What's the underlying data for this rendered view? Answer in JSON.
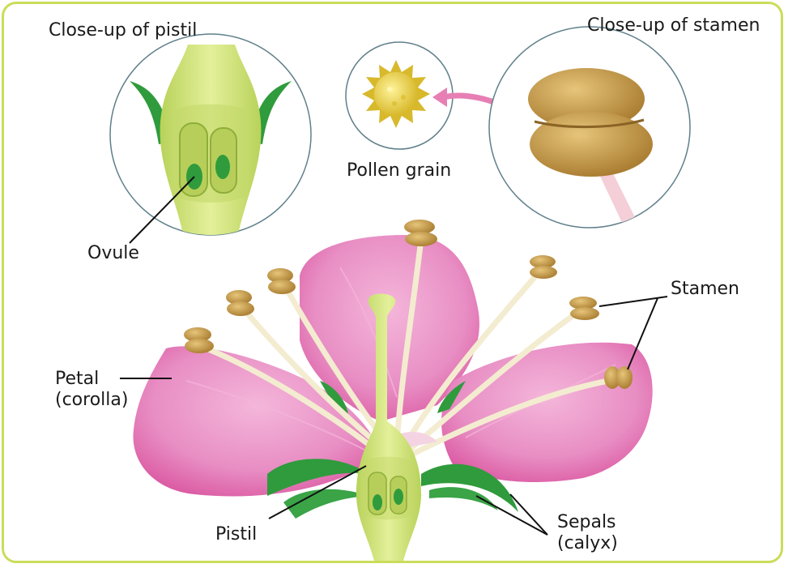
{
  "labels": {
    "closeup_pistil": "Close-up of pistil",
    "closeup_stamen": "Close-up of stamen",
    "pollen_grain": "Pollen grain",
    "ovule": "Ovule",
    "stamen": "Stamen",
    "petal_line1": "Petal",
    "petal_line2": "(corolla)",
    "pistil": "Pistil",
    "sepals_line1": "Sepals",
    "sepals_line2": "(calyx)"
  },
  "colors": {
    "frame": "#cbdc5a",
    "petal": "#e88ec4",
    "petal_dark": "#d9509c",
    "pistil": "#cfe27a",
    "sepal": "#2f9b3c",
    "anther": "#c9a04c",
    "filament": "#f3ecd0",
    "pollen": "#e8d44a",
    "arrow": "#e77fb4"
  }
}
